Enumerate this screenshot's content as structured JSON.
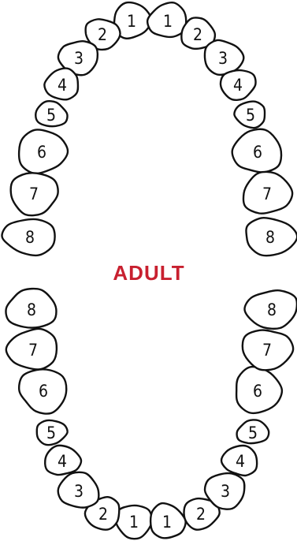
{
  "label": "ADULT",
  "label_color": "#c8202f",
  "upper": {
    "left": [
      "1",
      "2",
      "3",
      "4",
      "5",
      "6",
      "7",
      "8"
    ],
    "right": [
      "1",
      "2",
      "3",
      "4",
      "5",
      "6",
      "7",
      "8"
    ]
  },
  "lower": {
    "left": [
      "1",
      "2",
      "3",
      "4",
      "5",
      "6",
      "7",
      "8"
    ],
    "right": [
      "1",
      "2",
      "3",
      "4",
      "5",
      "6",
      "7",
      "8"
    ]
  }
}
